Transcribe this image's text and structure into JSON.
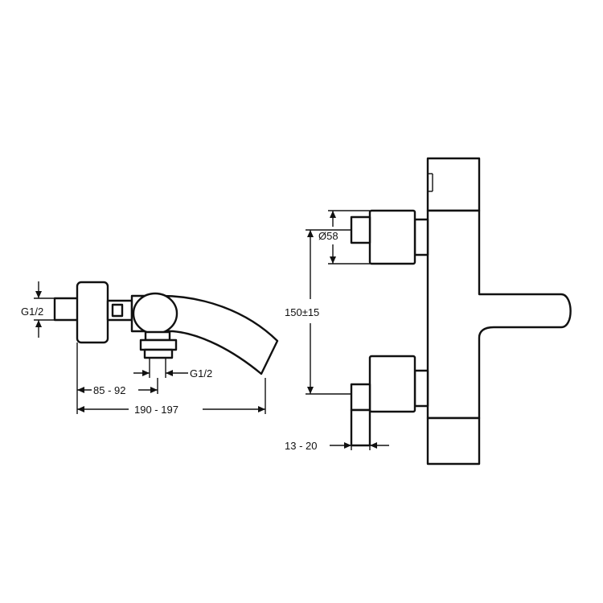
{
  "dimensions": {
    "side_inlet_thread": "G1/2",
    "outlet_thread": "G1/2",
    "outlet_distance": "85 - 92",
    "overall_depth": "190 - 197",
    "handle_diameter": "Ø58",
    "inlet_centres": "150±15",
    "wall_projection": "13 - 20"
  }
}
